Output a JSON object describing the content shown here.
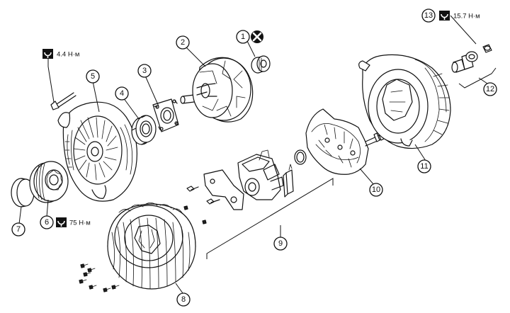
{
  "callouts": {
    "c1": "1",
    "c2": "2",
    "c3": "3",
    "c4": "4",
    "c5": "5",
    "c6": "6",
    "c7": "7",
    "c8": "8",
    "c9": "9",
    "c10": "10",
    "c11": "11",
    "c12": "12",
    "c13": "13"
  },
  "torques": {
    "bolt_5": "4.4 Н·м",
    "pulley_6": "75 Н·м",
    "nut_13": "15.7 Н·м"
  },
  "icons": {
    "torque": "torque-wrench-icon",
    "do_not_reuse": "do-not-reuse-icon"
  }
}
